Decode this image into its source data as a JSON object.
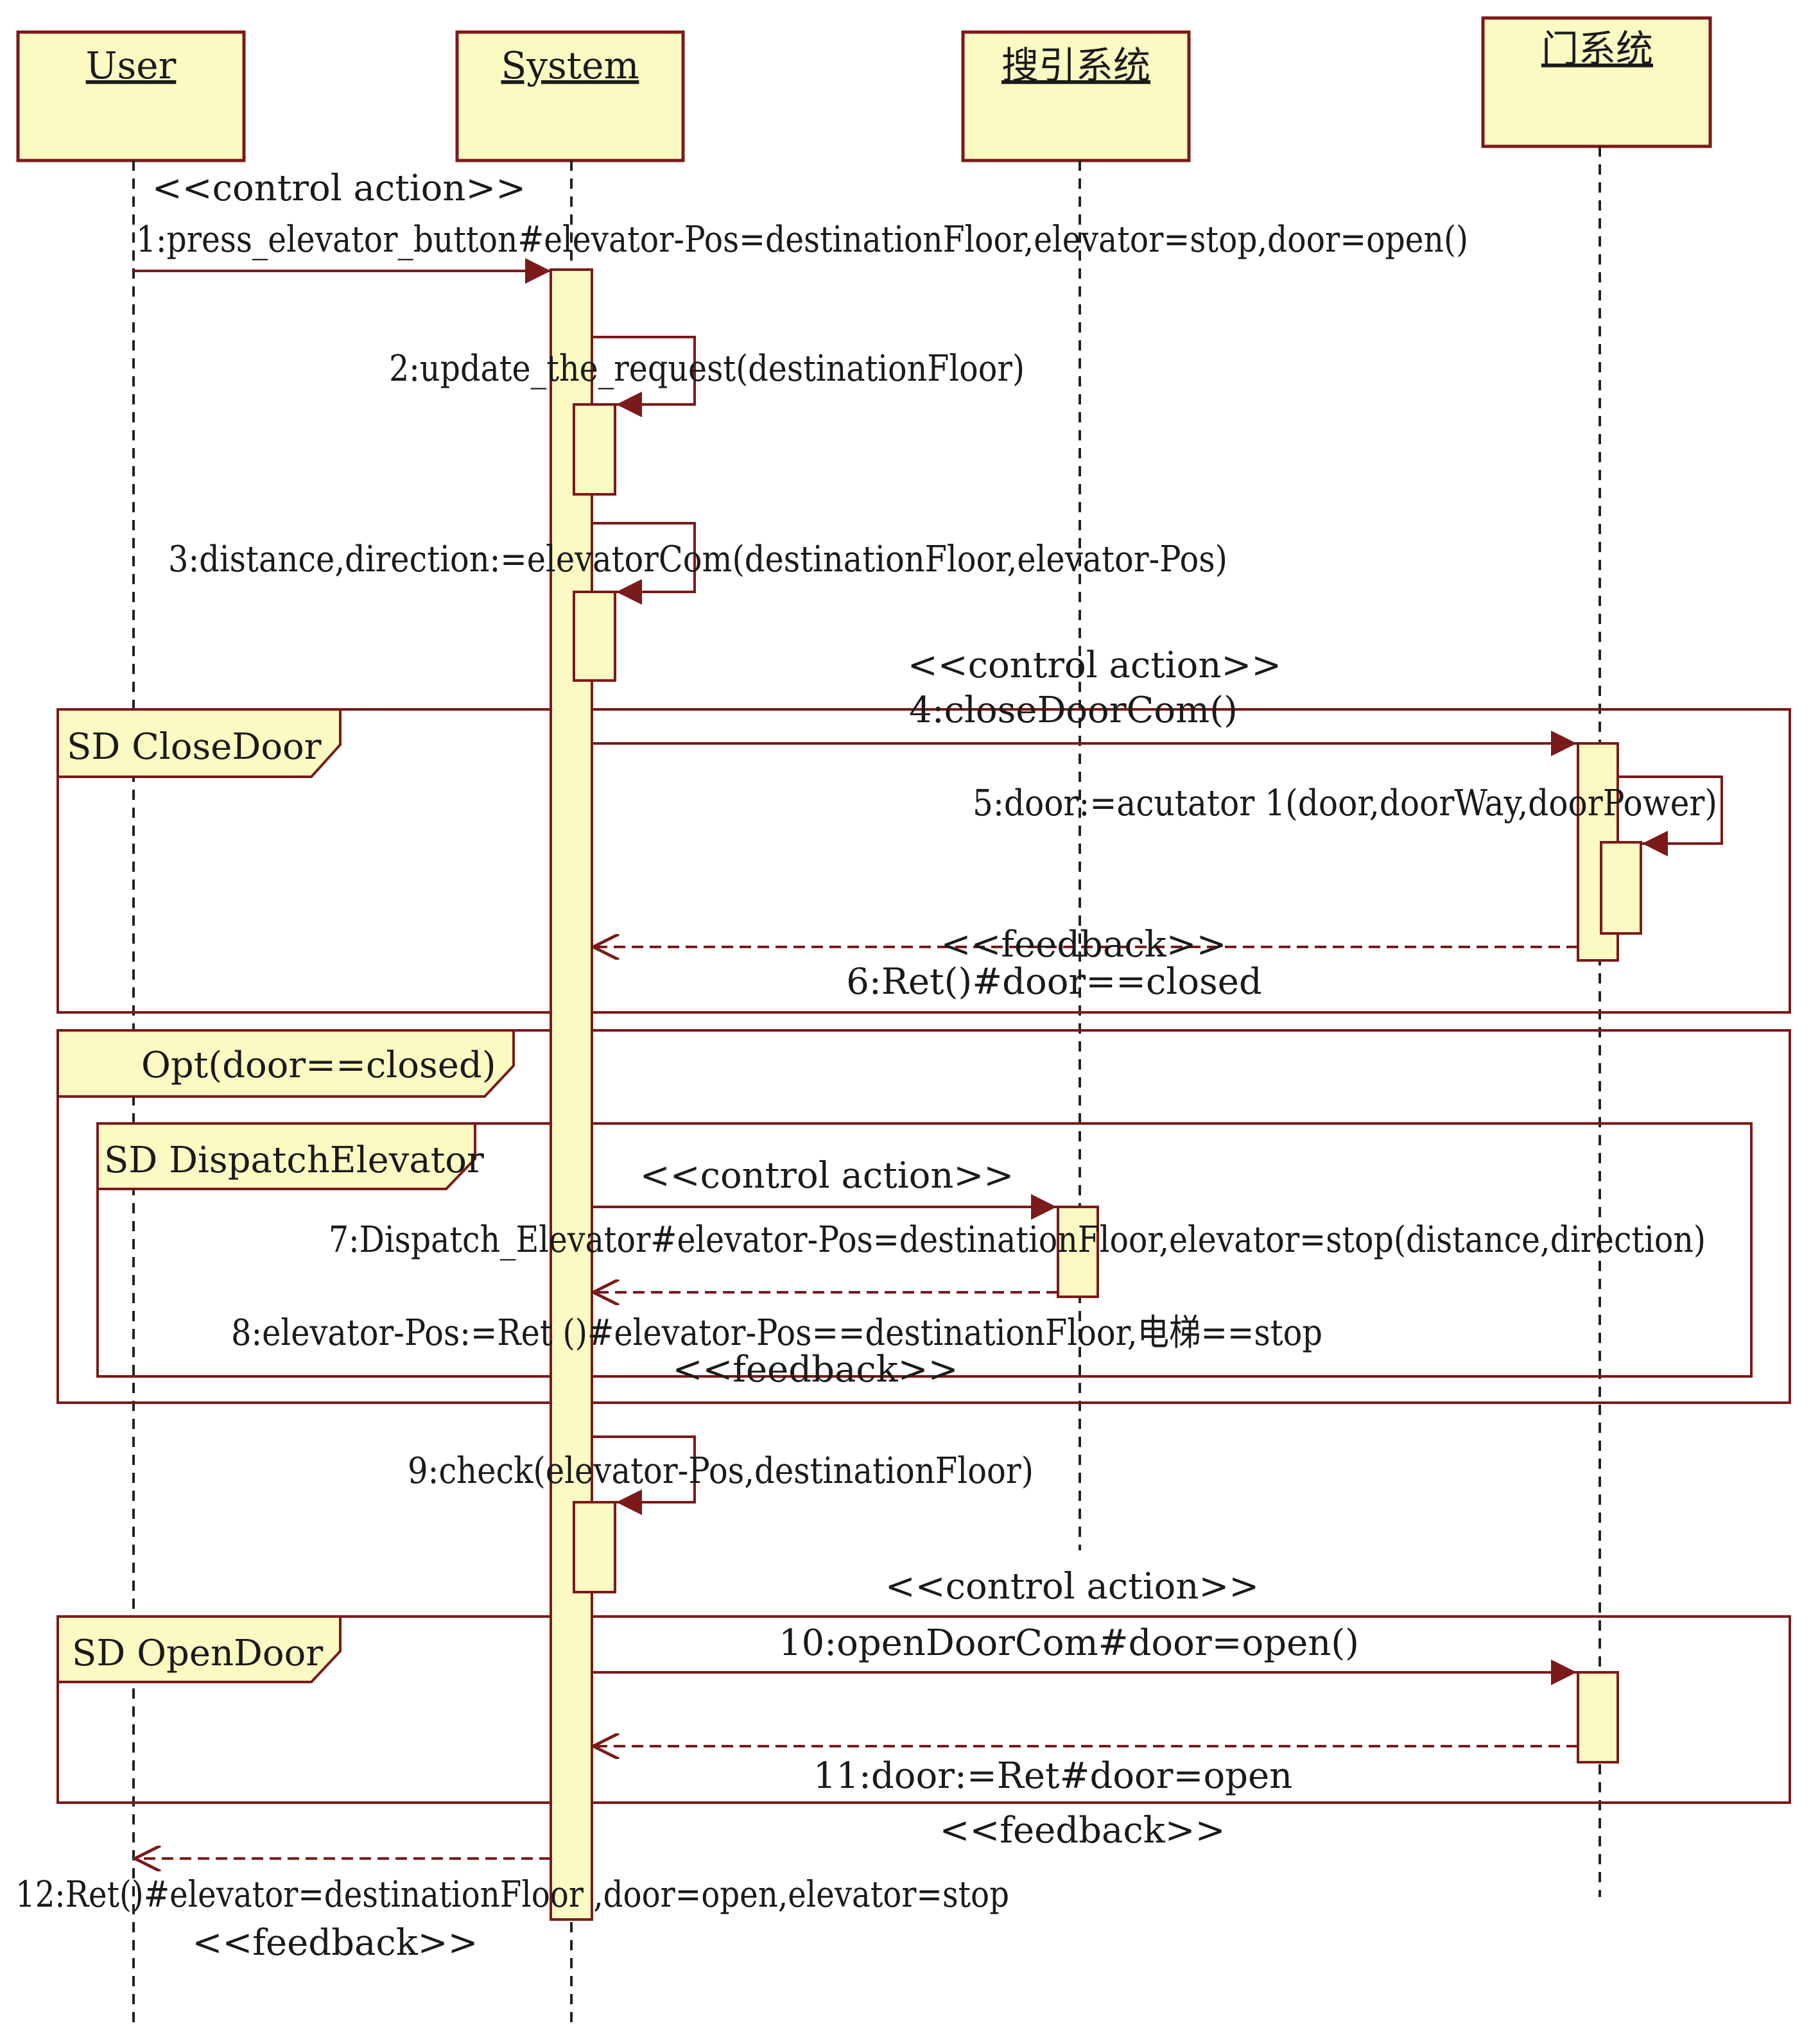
{
  "colors": {
    "box_fill": "#fafac2",
    "box_stroke": "#7a1a1a",
    "arrow": "#7a1a1a",
    "frame": "#7a1a1a",
    "lifeline": "#222222"
  },
  "lifelines": [
    {
      "id": "user",
      "name": "User"
    },
    {
      "id": "system",
      "name": "System"
    },
    {
      "id": "dispatch",
      "name": "搜引系统"
    },
    {
      "id": "door",
      "name": "门系统"
    }
  ],
  "frames": [
    {
      "id": "close-door",
      "label": "SD CloseDoor"
    },
    {
      "id": "opt",
      "label": "Opt(door==closed)"
    },
    {
      "id": "dispatch-elevator",
      "label": "SD DispatchElevator"
    },
    {
      "id": "open-door",
      "label": "SD OpenDoor"
    }
  ],
  "messages": [
    {
      "stereotype": "<<control action>>",
      "text": "1:press_elevator_button#elevator-Pos=destinationFloor,elevator=stop,door=open()"
    },
    {
      "stereotype": "",
      "text": "2:update_the_request(destinationFloor)"
    },
    {
      "stereotype": "",
      "text": "3:distance,direction:=elevatorCom(destinationFloor,elevator-Pos)"
    },
    {
      "stereotype": "<<control action>>",
      "text": "4:closeDoorCom()"
    },
    {
      "stereotype": "",
      "text": "5:door:=acutator 1(door,doorWay,doorPower)"
    },
    {
      "stereotype": "<<feedback>>",
      "text": "6:Ret()#door==closed"
    },
    {
      "stereotype": "<<control action>>",
      "text": "7:Dispatch_Elevator#elevator-Pos=destinationFloor,elevator=stop(distance,direction)"
    },
    {
      "stereotype": "<<feedback>>",
      "text": "8:elevator-Pos:=Ret ()#elevator-Pos==destinationFloor,电梯==stop"
    },
    {
      "stereotype": "",
      "text": "9:check(elevator-Pos,destinationFloor)"
    },
    {
      "stereotype": "<<control action>>",
      "text": "10:openDoorCom#door=open()"
    },
    {
      "stereotype": "<<feedback>>",
      "text": "11:door:=Ret#door=open"
    },
    {
      "stereotype": "<<feedback>>",
      "text": "12:Ret()#elevator=destinationFloor ,door=open,elevator=stop"
    }
  ]
}
